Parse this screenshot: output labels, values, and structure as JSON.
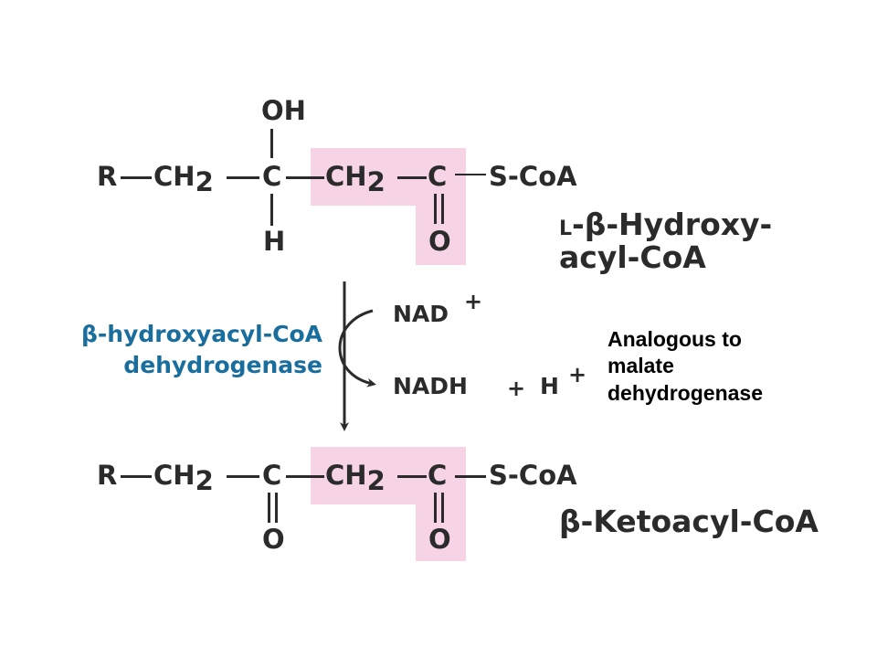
{
  "substrate": {
    "atoms": {
      "r": "R",
      "ch2_a": "CH",
      "ch2_a_sub": "2",
      "c_alpha": "C",
      "ch2_b": "CH",
      "ch2_b_sub": "2",
      "c_carbonyl": "C",
      "s_coa": "S-CoA",
      "oh": "OH",
      "h": "H",
      "o": "O"
    },
    "name_prefix": "L",
    "name_line1": "-β-Hydroxy-",
    "name_line2": "acyl-CoA"
  },
  "product": {
    "atoms": {
      "r": "R",
      "ch2_a": "CH",
      "ch2_a_sub": "2",
      "c_keto": "C",
      "ch2_b": "CH",
      "ch2_b_sub": "2",
      "c_carbonyl": "C",
      "s_coa": "S-CoA",
      "o_keto": "O",
      "o_carbonyl": "O"
    },
    "name": "β-Ketoacyl-CoA"
  },
  "enzyme": {
    "line1": "β-hydroxyacyl-CoA",
    "line2": "dehydrogenase"
  },
  "cofactors": {
    "nad": "NAD",
    "nad_charge": "+",
    "nadh": "NADH",
    "plus_sign": "+",
    "h": "H",
    "h_charge": "+"
  },
  "annotation": {
    "line1": "Analogous to",
    "line2": "malate",
    "line3": "dehydrogenase"
  },
  "colors": {
    "highlight": "#f7d3e6",
    "enzyme_text": "#1a6e9e",
    "structure": "#2b2b2b"
  }
}
